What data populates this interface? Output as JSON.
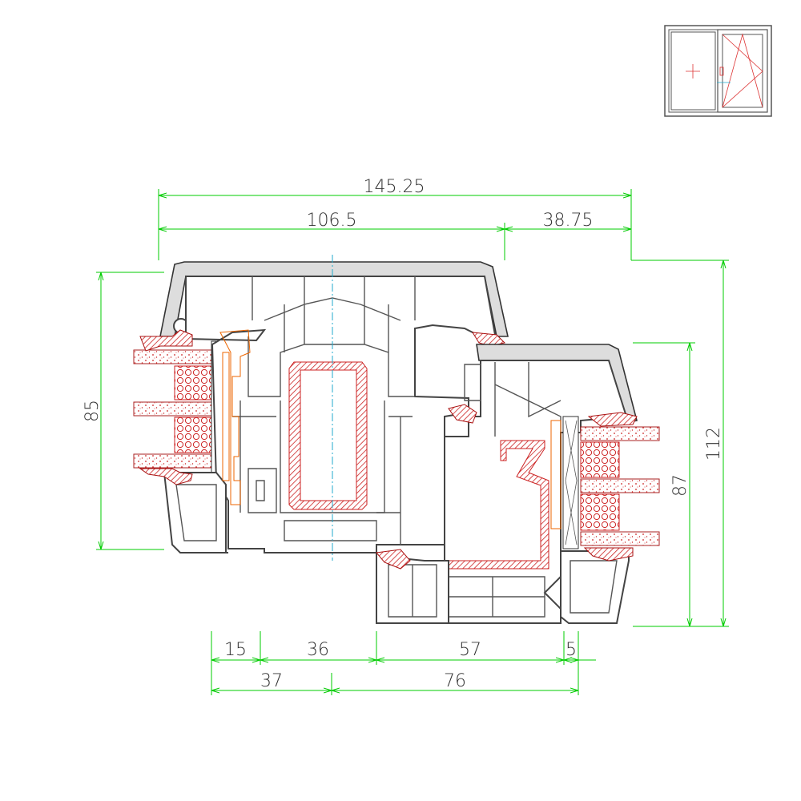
{
  "dimensions": {
    "top_overall": "145.25",
    "top_left": "106.5",
    "top_right": "38.75",
    "left_height": "85",
    "right_inner_height": "87",
    "right_outer_height": "112",
    "bottom_1": "15",
    "bottom_2": "36",
    "bottom_3": "57",
    "bottom_4": "5",
    "bottom_total_left": "37",
    "bottom_total_right": "76"
  },
  "colors": {
    "dimension_line": "#00cc00",
    "profile_outline": "#444444",
    "steel_hatch": "#cc2222",
    "hardware": "#ee6600",
    "axis": "#22aacc"
  }
}
